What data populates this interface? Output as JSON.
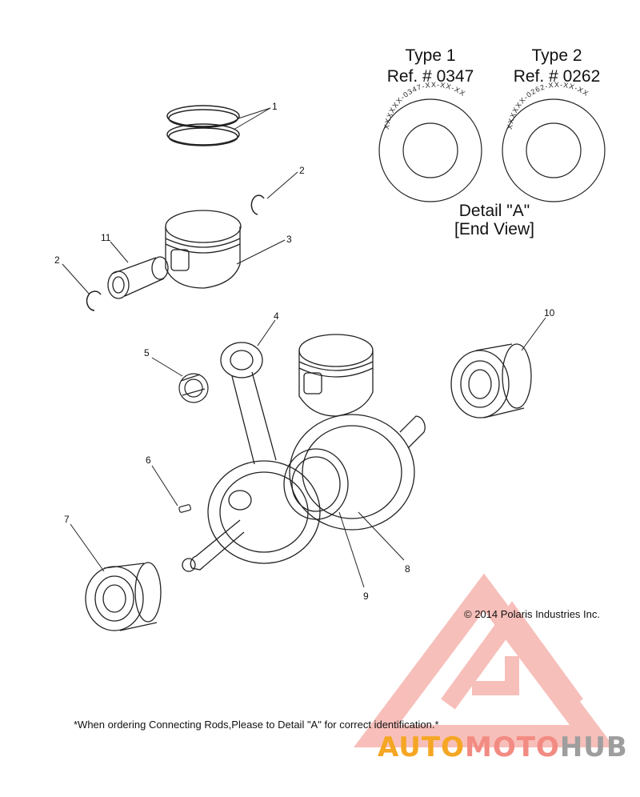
{
  "detail": {
    "type1_title": "Type 1",
    "type1_ref": "Ref. # 0347",
    "type1_stamp": "XXXXXX-0347-XX-XX-XX",
    "type2_title": "Type 2",
    "type2_ref": "Ref. # 0262",
    "type2_stamp": "XXXXXX-0262-XX-XX-XX",
    "caption_line1": "Detail \"A\"",
    "caption_line2": "[End View]"
  },
  "callouts": [
    "1",
    "2",
    "3",
    "11",
    "2",
    "4",
    "5",
    "10",
    "6",
    "7",
    "8",
    "9"
  ],
  "copyright": "© 2014 Polaris Industries Inc.",
  "footnote": "*When ordering Connecting Rods,Please to Detail \"A\" for correct identification.*",
  "watermark": {
    "part1": "AUTO",
    "part2": "MOTO",
    "part3": "HUB",
    "color1": "#f5a623",
    "color2": "#f28b82",
    "color3": "#9e9e9e",
    "logo_color": "#f28b82"
  }
}
